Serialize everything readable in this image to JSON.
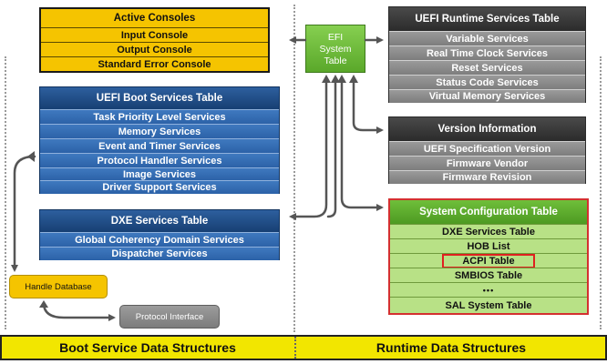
{
  "active_consoles": {
    "title": "Active Consoles",
    "items": [
      "Input Console",
      "Output Console",
      "Standard Error Console"
    ]
  },
  "efi_system_table": {
    "lines": [
      "EFI",
      "System",
      "Table"
    ]
  },
  "runtime_services": {
    "title": "UEFI Runtime Services Table",
    "items": [
      "Variable Services",
      "Real Time Clock Services",
      "Reset Services",
      "Status Code Services",
      "Virtual Memory Services"
    ]
  },
  "boot_services": {
    "title": "UEFI Boot Services Table",
    "items": [
      "Task Priority Level Services",
      "Memory Services",
      "Event and Timer Services",
      "Protocol Handler Services",
      "Image Services",
      "Driver Support Services"
    ]
  },
  "version_information": {
    "title": "Version Information",
    "items": [
      "UEFI Specification Version",
      "Firmware Vendor",
      "Firmware Revision"
    ]
  },
  "dxe_services": {
    "title": "DXE Services Table",
    "items": [
      "Global Coherency Domain Services",
      "Dispatcher Services"
    ]
  },
  "system_configuration": {
    "title": "System Configuration Table",
    "items": [
      "DXE Services Table",
      "HOB List",
      "ACPI Table",
      "SMBIOS Table",
      "•••",
      "SAL System Table"
    ],
    "highlighted_item": "ACPI Table",
    "highlight_color": "#e02020"
  },
  "handle_database": {
    "label": "Handle Database"
  },
  "protocol_interface": {
    "label": "Protocol Interface"
  },
  "footer": {
    "left": "Boot Service Data Structures",
    "right": "Runtime Data Structures"
  },
  "colors": {
    "yellow": "#f5c400",
    "blue": "#2c62a8",
    "dark": "#3a3a3a",
    "gray": "#8a8a8a",
    "green": "#5aa82a",
    "arrow": "#555555"
  }
}
